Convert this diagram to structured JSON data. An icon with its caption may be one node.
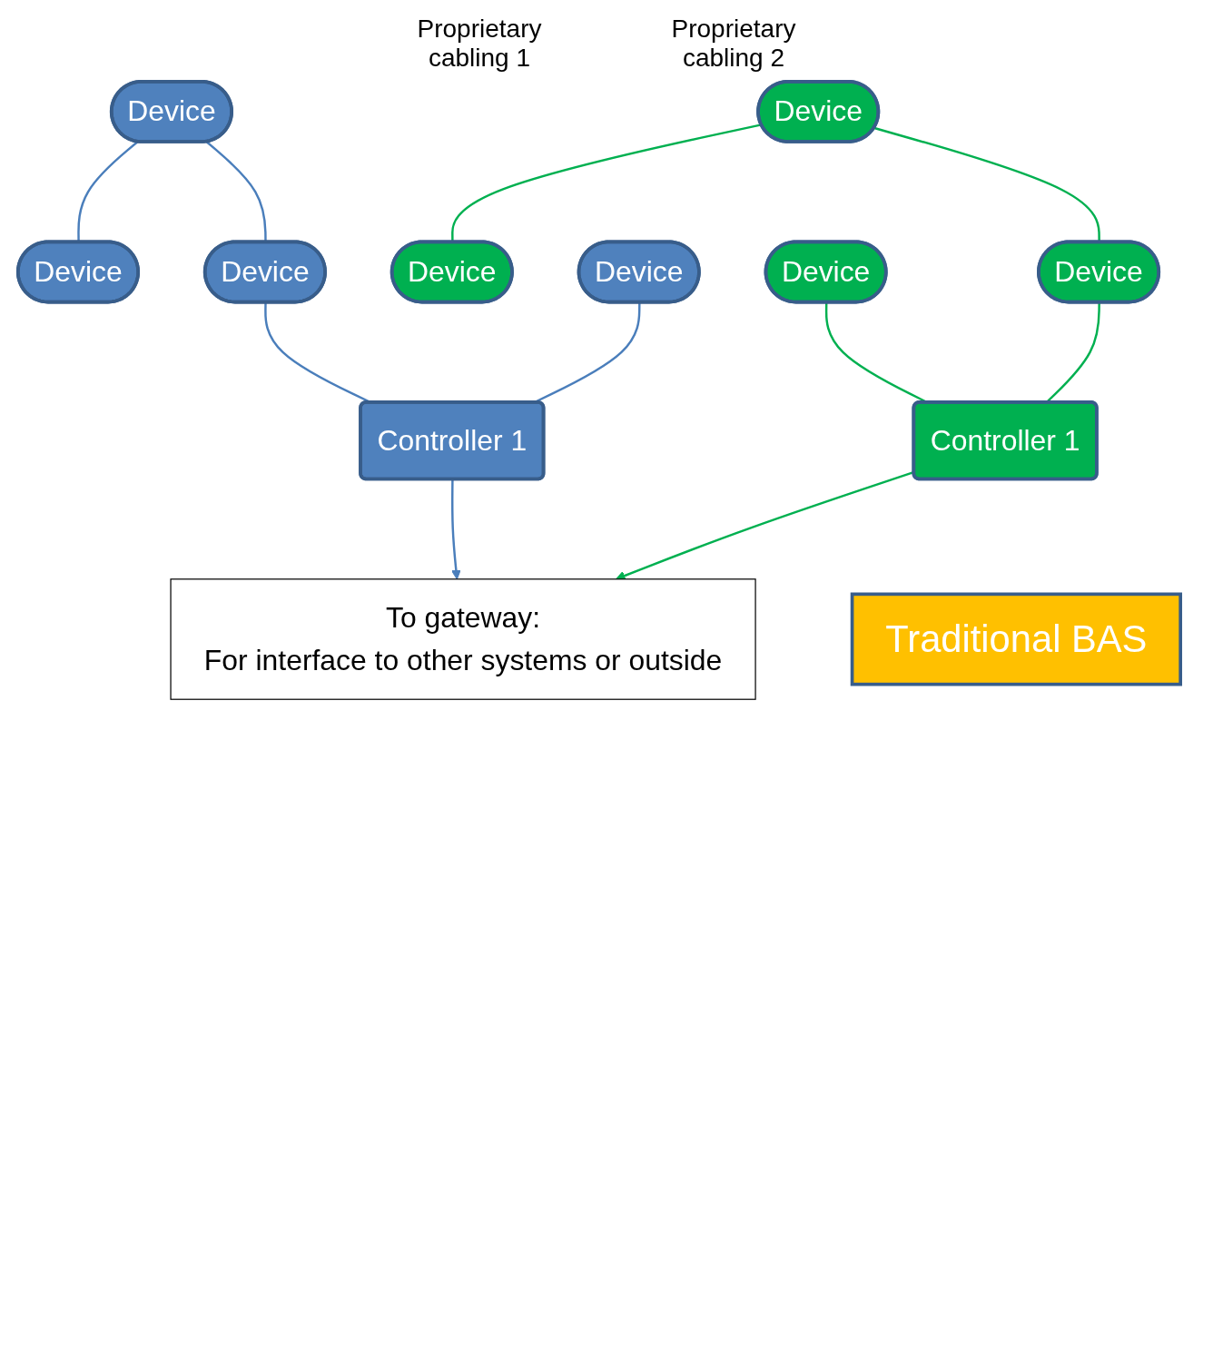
{
  "diagram": {
    "nodes": [
      {
        "text": [
          "Device"
        ]
      },
      {
        "text": [
          "Device"
        ]
      },
      {
        "text": [
          "Device"
        ]
      },
      {
        "text": [
          "Device"
        ]
      },
      {
        "text": [
          "Device"
        ]
      },
      {
        "text": [
          "Device"
        ]
      },
      {
        "text": [
          "Device"
        ]
      },
      {
        "text": [
          "Device"
        ]
      },
      {
        "text": [
          "Controller 1"
        ]
      },
      {
        "text": [
          "Controller 1"
        ]
      },
      {
        "text": [
          "Traditional BAS"
        ]
      },
      {
        "text": [
          "To gateway:",
          "For interface to other systems or outside"
        ]
      }
    ],
    "edges": [
      {
        "from": 0,
        "to": 1,
        "arrow": "none",
        "color": "#4a7ebb"
      },
      {
        "from": 0,
        "to": 4,
        "arrow": "none",
        "color": "#4a7ebb"
      },
      {
        "from": 2,
        "to": 3,
        "arrow": "none",
        "color": "#00b050"
      },
      {
        "from": 2,
        "to": 7,
        "arrow": "none",
        "color": "#00b050"
      },
      {
        "from": 4,
        "to": 8,
        "arrow": "none",
        "color": "#4a7ebb"
      },
      {
        "from": 5,
        "to": 8,
        "arrow": "none",
        "color": "#4a7ebb"
      },
      {
        "from": 7,
        "to": 9,
        "arrow": "none",
        "color": "#00b050"
      },
      {
        "from": 6,
        "to": 9,
        "arrow": "none",
        "color": "#00b050"
      },
      {
        "from": 8,
        "to": 11,
        "arrow": "to",
        "color": "#4a7ebb"
      },
      {
        "from": 9,
        "to": 11,
        "arrow": "to",
        "color": "#00b050"
      }
    ],
    "labels": [
      "Proprietary cabling 1",
      "Proprietary cabling 2"
    ]
  }
}
